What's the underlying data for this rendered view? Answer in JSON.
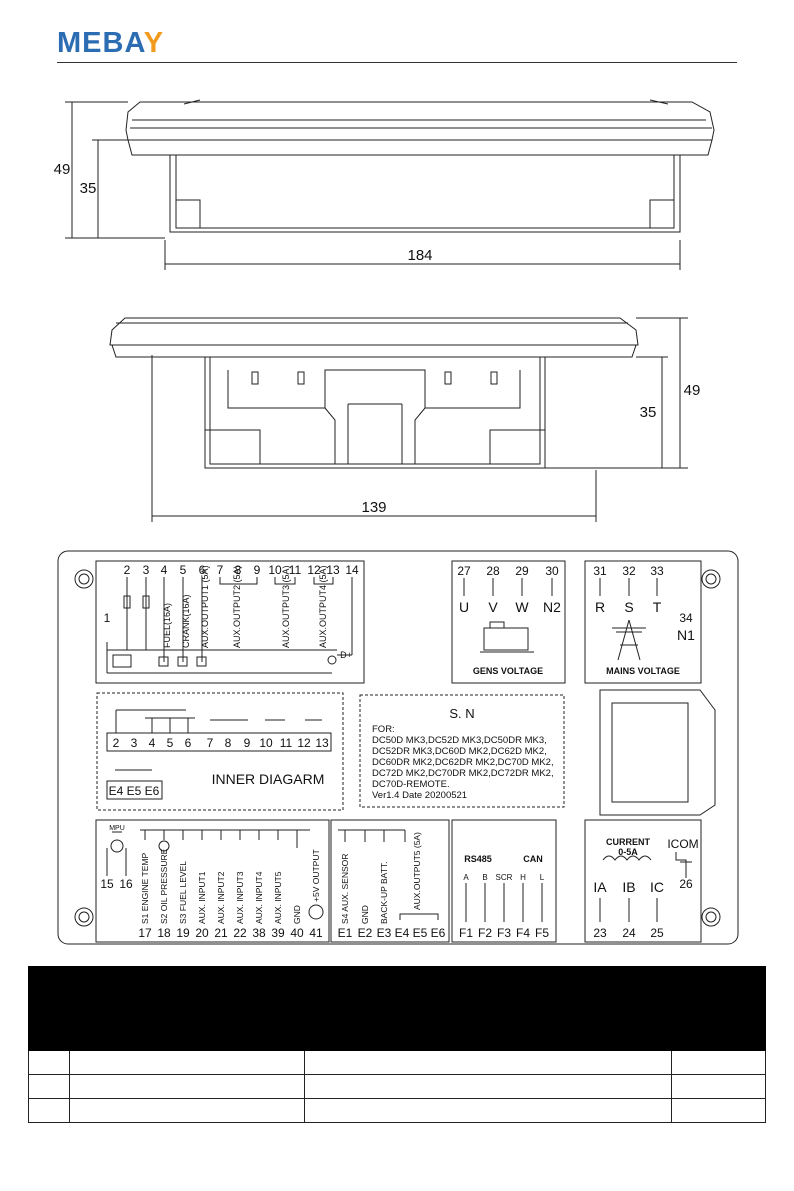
{
  "brand": {
    "logo_text": "MEBAY",
    "colors": {
      "primary": "#2b6cb3",
      "accent": "#f29a1e"
    }
  },
  "dim_side": {
    "height_total": "49",
    "height_body": "35",
    "width": "184"
  },
  "dim_top": {
    "height_total": "49",
    "height_body": "35",
    "width": "139"
  },
  "terminals": {
    "top_left_numbers": [
      "2",
      "3",
      "4",
      "5",
      "6",
      "7",
      "8",
      "9",
      "10",
      "11",
      "12",
      "13",
      "14"
    ],
    "num1": "1",
    "labels": [
      "FUEL(16A)",
      "CRANK(16A)",
      "AUX.OUTPUT1 (5A)",
      "AUX.OUTPUT2 (5A)",
      "AUX.OUTPUT3 (5A)",
      "AUX.OUTPUT4 (5A)"
    ],
    "dplus": "D+",
    "gens": {
      "numbers": [
        "27",
        "28",
        "29",
        "30"
      ],
      "phases": [
        "U",
        "V",
        "W",
        "N2"
      ],
      "caption": "GENS VOLTAGE"
    },
    "mains": {
      "numbers": [
        "31",
        "32",
        "33"
      ],
      "phases": [
        "R",
        "S",
        "T"
      ],
      "n_num": "34",
      "n_label": "N1",
      "caption": "MAINS VOLTAGE"
    },
    "inner": {
      "row_top": [
        "2",
        "3",
        "4",
        "5",
        "6",
        "7",
        "8",
        "9",
        "10",
        "11",
        "12",
        "13"
      ],
      "row_bottom": [
        "E4",
        "E5",
        "E6"
      ],
      "caption": "INNER DIAGARM"
    },
    "sn": {
      "title": "S. N",
      "lines": [
        "FOR:",
        "DC50D MK3,DC52D MK3,DC50DR MK3,",
        "DC52DR MK3,DC60D MK2,DC62D MK2,",
        "DC60DR MK2,DC62DR MK2,DC70D MK2,",
        "DC72D MK2,DC70DR MK2,DC72DR MK2,",
        "DC70D-REMOTE.",
        "Ver1.4 Date 20200521"
      ]
    },
    "bottom_left": {
      "mpu": "MPU",
      "numbers": [
        "15",
        "16",
        "17",
        "18",
        "19",
        "20",
        "21",
        "22",
        "38",
        "39",
        "40",
        "41"
      ],
      "labels": [
        "S1 ENGINE TEMP",
        "S2 OIL PRESSURE",
        "S3 FUEL LEVEL",
        "AUX. INPUT1",
        "AUX. INPUT2",
        "AUX. INPUT3",
        "AUX. INPUT4",
        "AUX. INPUT5",
        "GND",
        "+5V OUTPUT"
      ]
    },
    "bottom_mid": {
      "numbers": [
        "E1",
        "E2",
        "E3",
        "E4",
        "E5",
        "E6"
      ],
      "labels": [
        "S4 AUX. SENSOR",
        "GND",
        "BACK-UP BATT.",
        "AUX.OUTPUT5 (5A)"
      ]
    },
    "comms": {
      "rs485": "RS485",
      "can": "CAN",
      "pins": [
        "A",
        "B",
        "SCR",
        "H",
        "L"
      ],
      "numbers": [
        "F1",
        "F2",
        "F3",
        "F4",
        "F5"
      ]
    },
    "current": {
      "title": "CURRENT",
      "range": "0-5A",
      "icom": "ICOM",
      "phases": [
        "IA",
        "IB",
        "IC"
      ],
      "numbers": [
        "23",
        "24",
        "25"
      ],
      "num_com": "26"
    }
  },
  "table": {
    "rows": [
      [
        "",
        "",
        "",
        ""
      ],
      [
        "",
        "",
        "",
        ""
      ],
      [
        "",
        "",
        "",
        ""
      ]
    ]
  }
}
